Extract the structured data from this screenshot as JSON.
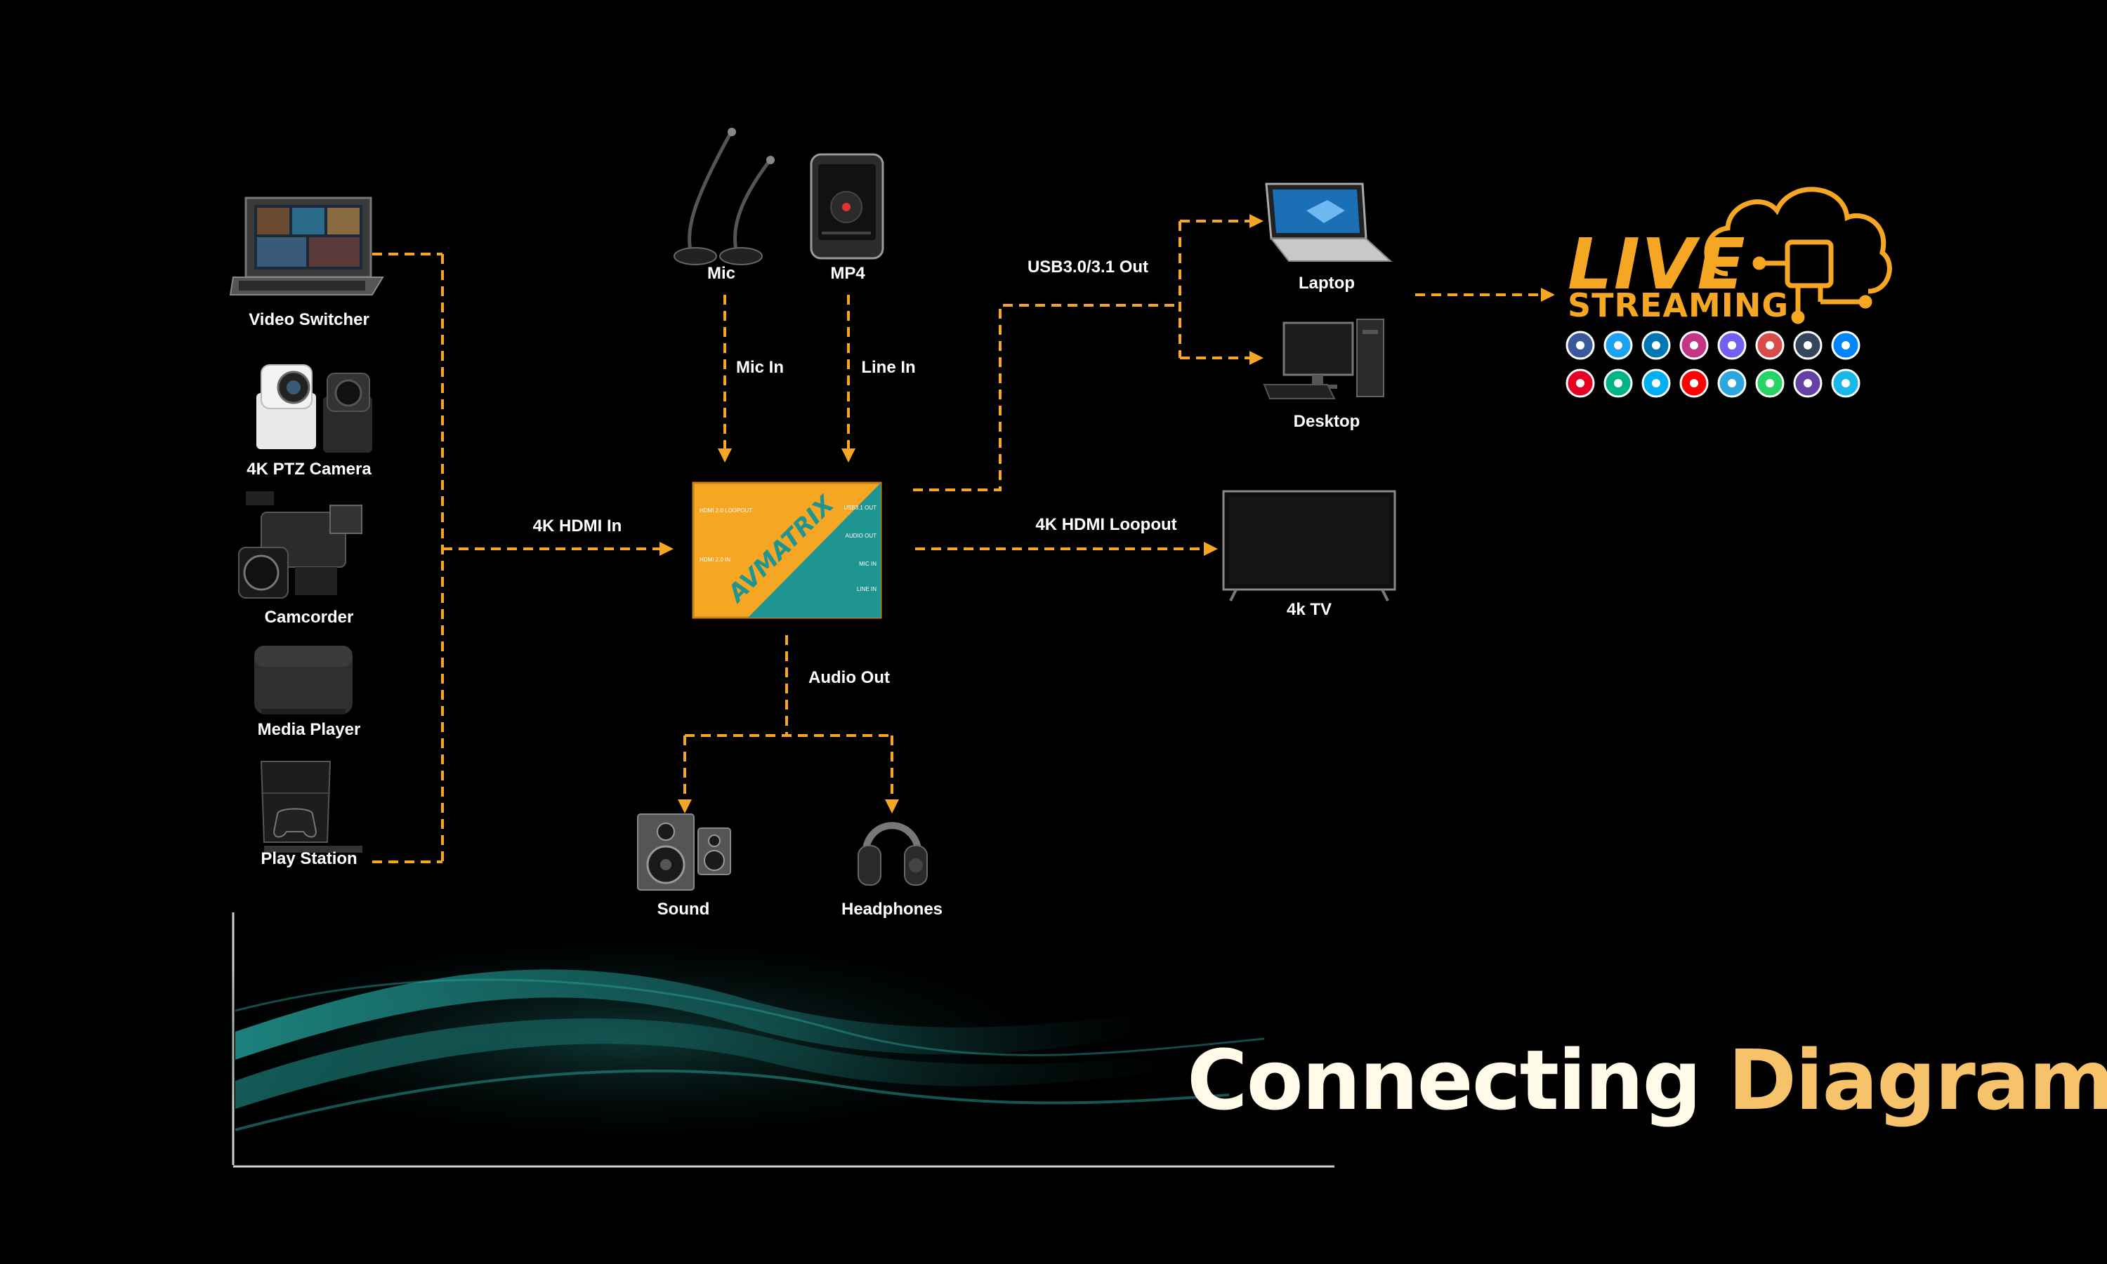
{
  "title": {
    "part1": "Connecting",
    "part2": "Diagram"
  },
  "colors": {
    "accent": "#f5a623",
    "teal": "#2aa7a0",
    "background": "#000000",
    "title_white": "#fffbe8",
    "title_gold": "#f6c36a"
  },
  "sources": [
    {
      "label": "Video Switcher",
      "icon": "video-switcher-icon"
    },
    {
      "label": "4K PTZ Camera",
      "icon": "ptz-camera-icon"
    },
    {
      "label": "Camcorder",
      "icon": "camcorder-icon"
    },
    {
      "label": "Media Player",
      "icon": "media-player-icon"
    },
    {
      "label": "Play Station",
      "icon": "game-console-icon"
    }
  ],
  "audio_in": [
    {
      "label": "Mic",
      "icon": "microphone-icon"
    },
    {
      "label": "MP4",
      "icon": "mp4-player-icon"
    }
  ],
  "connections": {
    "hdmi_in": "4K HDMI In",
    "mic_in": "Mic In",
    "line_in": "Line In",
    "usb_out": "USB3.0/3.1 Out",
    "hdmi_loopout": "4K HDMI Loopout",
    "audio_out": "Audio Out"
  },
  "device": {
    "brand": "AVMATRIX",
    "ports_left": [
      "HDMI 2.0 LOOPOUT",
      "HDMI 2.0 IN"
    ],
    "ports_right": [
      "USB3.1 OUT",
      "AUDIO OUT",
      "MIC IN",
      "LINE IN"
    ]
  },
  "outputs": {
    "laptop": "Laptop",
    "desktop": "Desktop",
    "tv": "4k TV",
    "sound": "Sound",
    "headphones": "Headphones"
  },
  "streaming": {
    "line1": "LIVE",
    "line2": "STREAMING",
    "platform_icons": [
      "facebook-icon",
      "twitter-icon",
      "linkedin-icon",
      "instagram-icon",
      "viber-icon",
      "periscope-icon",
      "tumblr-icon",
      "messenger-icon",
      "pinterest-icon",
      "vine-icon",
      "skype-icon",
      "youtube-icon",
      "telegram-icon",
      "whatsapp-icon",
      "twitch-icon",
      "vimeo-icon"
    ],
    "platform_colors": [
      "#3b5998",
      "#1da1f2",
      "#0077b5",
      "#c13584",
      "#7360f2",
      "#d94b4b",
      "#35465c",
      "#0084ff",
      "#e60023",
      "#00b488",
      "#00aff0",
      "#ff0000",
      "#2ca5e0",
      "#25d366",
      "#6441a5",
      "#1ab7ea"
    ]
  }
}
